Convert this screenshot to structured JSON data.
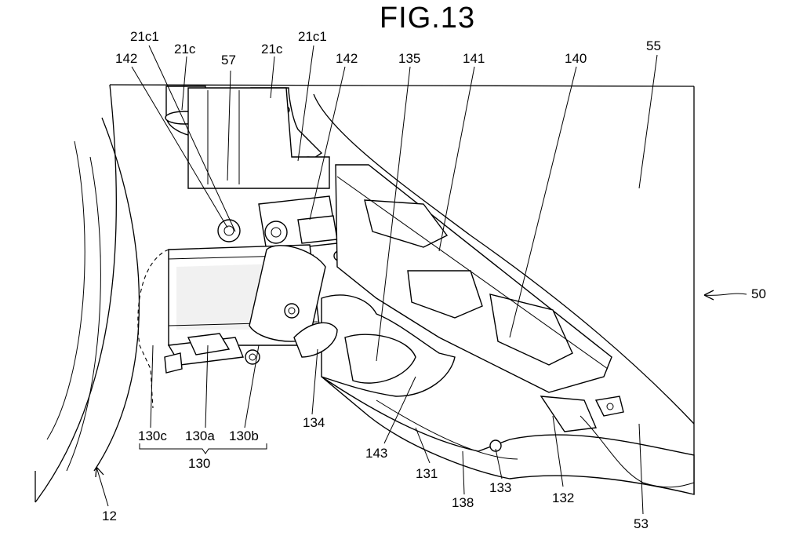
{
  "figure": {
    "title": "FIG.13"
  },
  "labels": {
    "l_21c1_left": "21c1",
    "l_21c_left": "21c",
    "l_21c_right": "21c",
    "l_21c1_right": "21c1",
    "l_142_left": "142",
    "l_57": "57",
    "l_142_right": "142",
    "l_135": "135",
    "l_141": "141",
    "l_140": "140",
    "l_55": "55",
    "l_50": "50",
    "l_130c": "130c",
    "l_130a": "130a",
    "l_130b": "130b",
    "l_130": "130",
    "l_134": "134",
    "l_143": "143",
    "l_131": "131",
    "l_133": "133",
    "l_138": "138",
    "l_132": "132",
    "l_53": "53",
    "l_12": "12"
  }
}
